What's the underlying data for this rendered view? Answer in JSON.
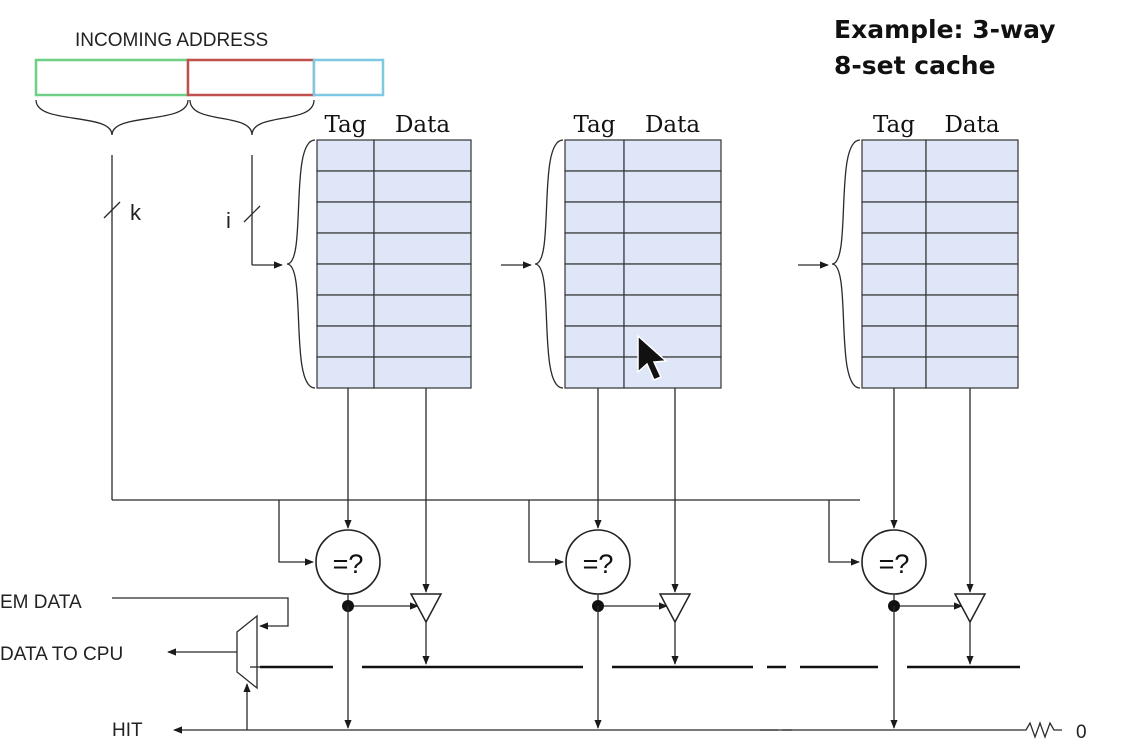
{
  "title": {
    "line1": "Example: 3-way",
    "line2": "8-set cache"
  },
  "address": {
    "label": "INCOMING ADDRESS",
    "field_colors": {
      "tag": "#6fcf84",
      "index": "#c0504d",
      "offset": "#7ec8e3"
    },
    "tag_width_symbol": "k",
    "index_width_symbol": "i"
  },
  "ways": [
    {
      "tag_header": "Tag",
      "data_header": "Data",
      "comparator": "=?"
    },
    {
      "tag_header": "Tag",
      "data_header": "Data",
      "comparator": "=?"
    },
    {
      "tag_header": "Tag",
      "data_header": "Data",
      "comparator": "=?"
    }
  ],
  "sets": 8,
  "signals": {
    "mem_data": "EM DATA",
    "data_to_cpu": "DATA TO CPU",
    "hit": "HIT",
    "pulldown_value": "0"
  },
  "colors": {
    "cell_fill": "#dfe6f7",
    "line": "#2a2a2a"
  }
}
